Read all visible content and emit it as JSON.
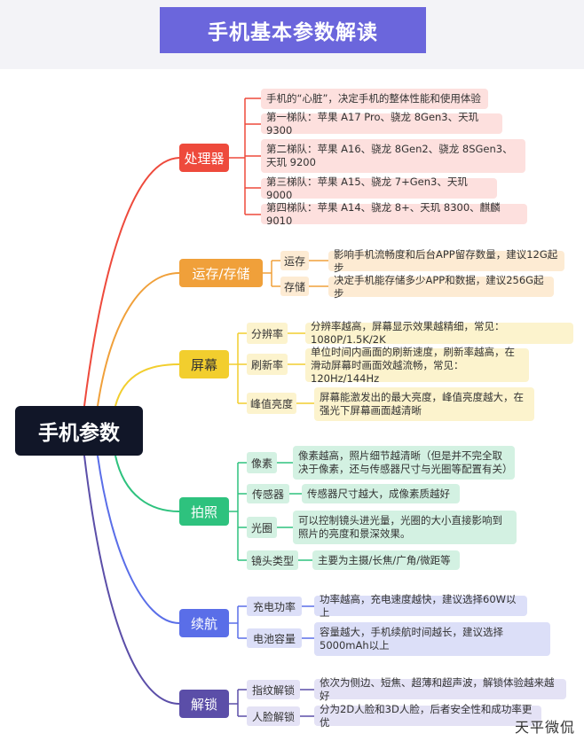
{
  "title": "手机基本参数解读",
  "root": "手机参数",
  "colors": {
    "red": "#ee4a3c",
    "orange": "#f0a03a",
    "yellow": "#f2ce2e",
    "green": "#2ec27e",
    "blue": "#5a6ee8",
    "purple": "#5b4ea8"
  },
  "categories": {
    "processor": {
      "label": "处理器",
      "items": [
        "手机的“心脏”，决定手机的整体性能和使用体验",
        "第一梯队：苹果 A17 Pro、骁龙 8Gen3、天玑 9300",
        "第二梯队：苹果 A16、骁龙 8Gen2、骁龙 8SGen3、天玑 9200",
        "第三梯队：苹果 A15、骁龙 7+Gen3、天玑 9000",
        "第四梯队：苹果 A14、骁龙 8+、天玑 8300、麒麟9010"
      ]
    },
    "memory": {
      "label": "运存/存储",
      "subs": [
        {
          "label": "运存",
          "desc": "影响手机流畅度和后台APP留存数量，建议12G起步"
        },
        {
          "label": "存储",
          "desc": "决定手机能存储多少APP和数据，建议256G起步"
        }
      ]
    },
    "screen": {
      "label": "屏幕",
      "subs": [
        {
          "label": "分辨率",
          "desc": "分辨率越高，屏幕显示效果越精细，常见：1080P/1.5K/2K"
        },
        {
          "label": "刷新率",
          "desc": "单位时间内画面的刷新速度，刷新率越高，在滑动屏幕时画面效越流畅，常见：120Hz/144Hz"
        },
        {
          "label": "峰值亮度",
          "desc": "屏幕能激发出的最大亮度，峰值亮度越大，在强光下屏幕画面越清晰"
        }
      ]
    },
    "camera": {
      "label": "拍照",
      "subs": [
        {
          "label": "像素",
          "desc": "像素越高，照片细节越清晰（但是并不完全取决于像素，还与传感器尺寸与光圈等配置有关）"
        },
        {
          "label": "传感器",
          "desc": "传感器尺寸越大，成像素质越好"
        },
        {
          "label": "光圈",
          "desc": "可以控制镜头进光量，光圈的大小直接影响到照片的亮度和景深效果。"
        },
        {
          "label": "镜头类型",
          "desc": "主要为主摄/长焦/广角/微距等"
        }
      ]
    },
    "battery": {
      "label": "续航",
      "subs": [
        {
          "label": "充电功率",
          "desc": "功率越高，充电速度越快，建议选择60W以上"
        },
        {
          "label": "电池容量",
          "desc": "容量越大，手机续航时间越长，建议选择5000mAh以上"
        }
      ]
    },
    "unlock": {
      "label": "解锁",
      "subs": [
        {
          "label": "指纹解锁",
          "desc": "依次为侧边、短焦、超薄和超声波，解锁体验越来越好"
        },
        {
          "label": "人脸解锁",
          "desc": "分为2D人脸和3D人脸，后者安全性和成功率更优"
        }
      ]
    }
  },
  "watermark": "天平微侃"
}
